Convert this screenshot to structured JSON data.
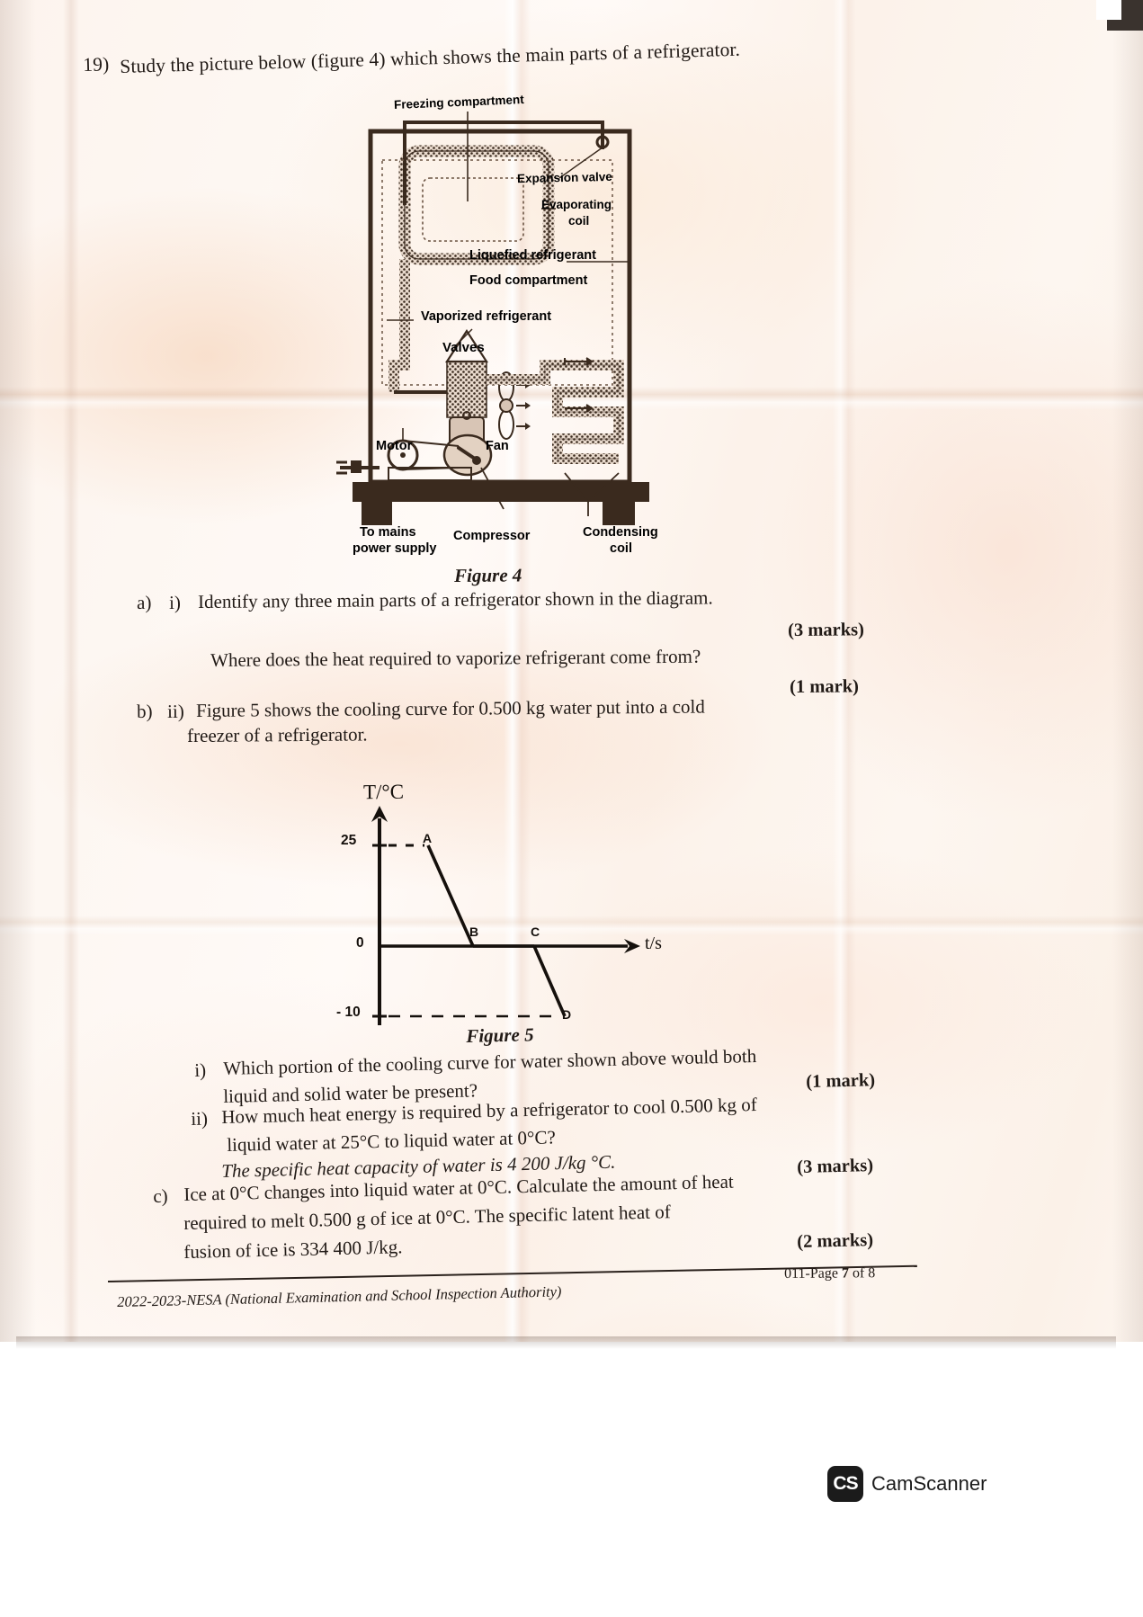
{
  "question": {
    "number": "19)",
    "stem": "Study the picture below (figure 4) which shows the main parts of a refrigerator."
  },
  "figure4": {
    "caption": "Figure 4",
    "labels": {
      "freezing_compartment": "Freezing compartment",
      "expansion_valve": "Expansion valve",
      "evaporating_coil_1": "Evaporating",
      "evaporating_coil_2": "coil",
      "liquefied_refrigerant": "Liquefied refrigerant",
      "food_compartment": "Food compartment",
      "vaporized_refrigerant": "Vaporized refrigerant",
      "valves": "Valves",
      "motor": "Motor",
      "fan": "Fan",
      "to_mains_1": "To mains",
      "to_mains_2": "power supply",
      "compressor": "Compressor",
      "condensing_coil_1": "Condensing",
      "condensing_coil_2": "coil"
    }
  },
  "parts": {
    "a_marker": "a)",
    "a_i_marker": "i)",
    "a_i_text": "Identify any three main parts of a refrigerator shown in the diagram.",
    "a_i_marks": "(3 marks)",
    "a_ii_text": "Where does the heat required to vaporize refrigerant come from?",
    "a_ii_marks": "(1 mark)",
    "b_marker": "b)",
    "b_ii_marker": "ii)",
    "b_text_line1": "Figure 5 shows the cooling curve for 0.500 kg water put into a cold",
    "b_text_line2": "freezer of a refrigerator."
  },
  "figure5": {
    "caption": "Figure 5",
    "y_axis_label": "T/°C",
    "x_axis_label": "t/s",
    "y_ticks": [
      "25",
      "0",
      "- 10"
    ],
    "point_labels": [
      "A",
      "B",
      "C",
      "D"
    ]
  },
  "chart_data": {
    "type": "line",
    "title": "Figure 5",
    "xlabel": "t/s",
    "ylabel": "T/°C",
    "ylim": [
      -10,
      30
    ],
    "xlim": [
      0,
      1
    ],
    "grid": false,
    "legend": "none",
    "annotations": [
      "A",
      "B",
      "C",
      "D"
    ],
    "yticks": [
      25,
      0,
      -10
    ],
    "series": [
      {
        "name": "cooling curve",
        "points": [
          {
            "label": "A",
            "t": 0.18,
            "T": 25
          },
          {
            "label": "B",
            "t": 0.42,
            "T": 0
          },
          {
            "label": "C",
            "t": 0.66,
            "T": 0
          },
          {
            "label": "D",
            "t": 0.78,
            "T": -10
          }
        ]
      }
    ],
    "description": "Cooling curve for 0.500 kg of water: straight fall from A (25 °C) to B (0 °C), flat plateau B to C at 0 °C, then fall from C to D (-10 °C)."
  },
  "subquestions": {
    "i_marker": "i)",
    "i_line1": "Which portion of the cooling curve for water shown above would both",
    "i_line2": "liquid and solid water be present?",
    "i_marks": "(1 mark)",
    "ii_marker": "ii)",
    "ii_line1": "How much heat energy is required by a refrigerator to cool 0.500 kg of",
    "ii_line2": "liquid water at 25°C to liquid water at 0°C?",
    "ii_line3": "The specific heat capacity of water is 4 200 J/kg °C.",
    "ii_marks": "(3 marks)",
    "c_marker": "c)",
    "c_line1": "Ice at 0°C changes into liquid water at 0°C. Calculate the amount of heat",
    "c_line2": "required to melt 0.500 g of ice at 0°C. The specific latent heat of",
    "c_line3": "fusion of ice is 334 400 J/kg.",
    "c_marks": "(2 marks)"
  },
  "footer": {
    "left": "2022-2023-NESA (National Examination and School Inspection Authority)",
    "right_prefix": "011-Page ",
    "right_page": "7",
    "right_suffix": " of 8"
  },
  "watermark": {
    "icon_text": "CS",
    "label": "CamScanner"
  },
  "colors": {
    "ink": "#211a16",
    "paper": "#fdf6f1",
    "diagram_ink": "#3a2a1e"
  }
}
